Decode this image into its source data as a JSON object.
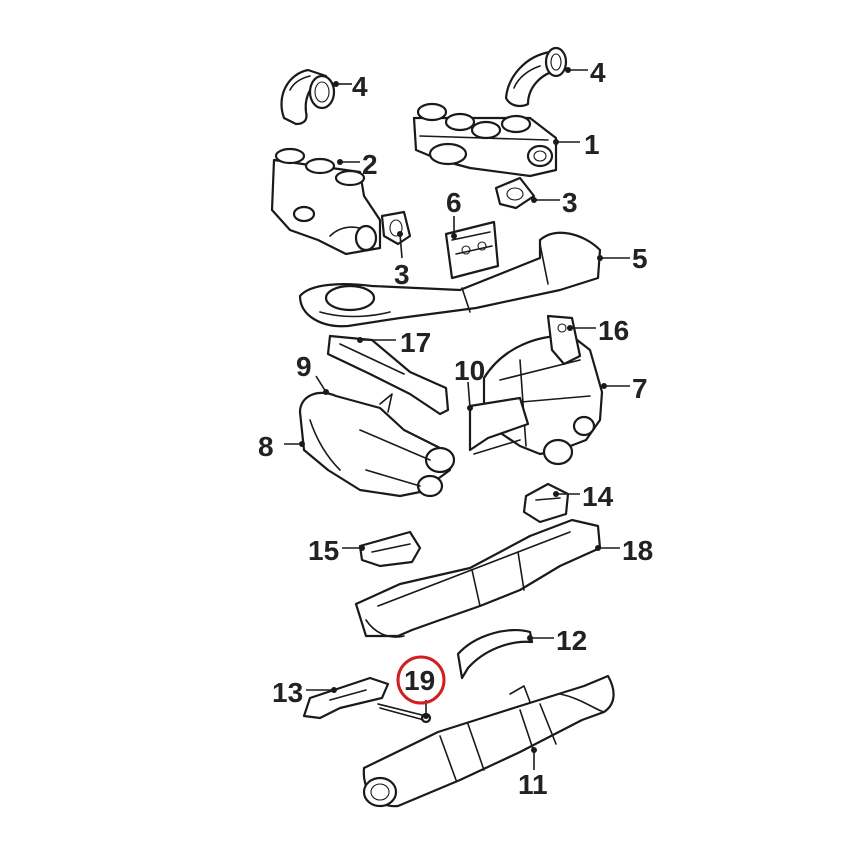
{
  "diagram": {
    "callouts": [
      {
        "id": "c1",
        "label": "1"
      },
      {
        "id": "c2",
        "label": "2"
      },
      {
        "id": "c3a",
        "label": "3"
      },
      {
        "id": "c3b",
        "label": "3"
      },
      {
        "id": "c4a",
        "label": "4"
      },
      {
        "id": "c4b",
        "label": "4"
      },
      {
        "id": "c5",
        "label": "5"
      },
      {
        "id": "c6",
        "label": "6"
      },
      {
        "id": "c7",
        "label": "7"
      },
      {
        "id": "c8",
        "label": "8"
      },
      {
        "id": "c9",
        "label": "9"
      },
      {
        "id": "c10",
        "label": "10"
      },
      {
        "id": "c11",
        "label": "11"
      },
      {
        "id": "c12",
        "label": "12"
      },
      {
        "id": "c13",
        "label": "13"
      },
      {
        "id": "c14",
        "label": "14"
      },
      {
        "id": "c15",
        "label": "15"
      },
      {
        "id": "c16",
        "label": "16"
      },
      {
        "id": "c17",
        "label": "17"
      },
      {
        "id": "c18",
        "label": "18"
      },
      {
        "id": "c19",
        "label": "19"
      }
    ],
    "highlighted_callout": "19",
    "highlight_color": "#d11f1f",
    "line_color": "#1a1a1a"
  }
}
